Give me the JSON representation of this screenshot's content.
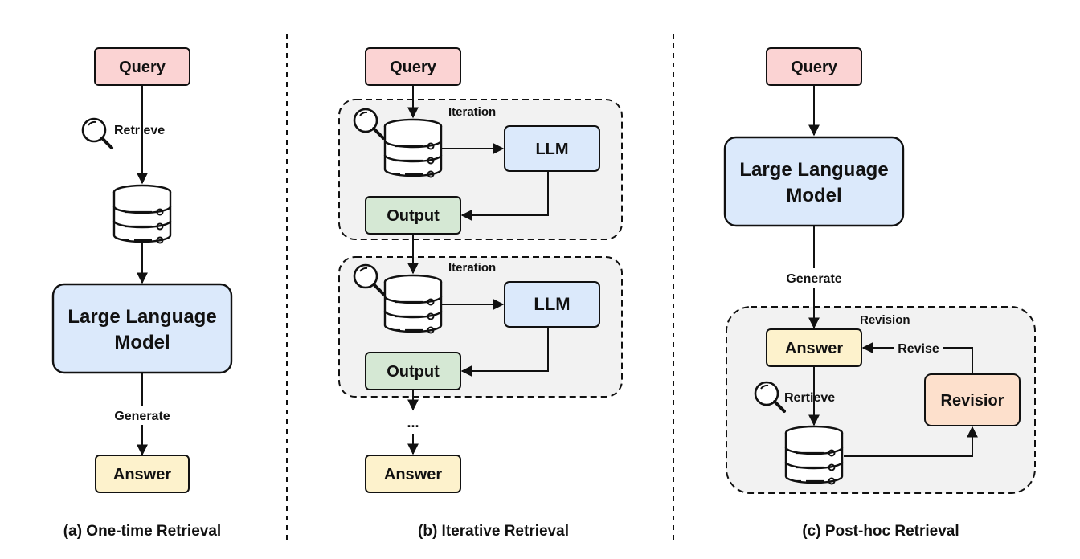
{
  "colors": {
    "query": "#fbd3d3",
    "llm": "#dbe9fb",
    "output": "#d5e8d4",
    "answer": "#fdf2cc",
    "revisior": "#fde0cc",
    "region": "#f2f2f2"
  },
  "icons": [
    "magnifier-icon",
    "database-icon"
  ],
  "panel_a": {
    "query": "Query",
    "retrieve": "Retrieve",
    "llm_line1": "Large Language",
    "llm_line2": "Model",
    "generate": "Generate",
    "answer": "Answer",
    "caption": "(a) One-time Retrieval"
  },
  "panel_b": {
    "query": "Query",
    "iteration1": "Iteration",
    "llm1": "LLM",
    "output1": "Output",
    "iteration2": "Iteration",
    "llm2": "LLM",
    "output2": "Output",
    "ellipsis": "...",
    "answer": "Answer",
    "caption": "(b) Iterative Retrieval"
  },
  "panel_c": {
    "query": "Query",
    "llm_line1": "Large Language",
    "llm_line2": "Model",
    "generate": "Generate",
    "revision": "Revision",
    "answer": "Answer",
    "revise": "Revise",
    "retrieve": "Rertieve",
    "revisior": "Revisior",
    "caption": "(c) Post-hoc Retrieval"
  }
}
